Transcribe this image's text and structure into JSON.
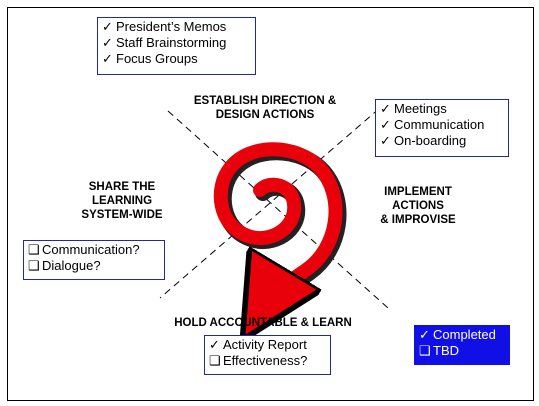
{
  "phases": {
    "top": [
      "ESTABLISH DIRECTION &",
      "DESIGN ACTIONS"
    ],
    "right": [
      "IMPLEMENT",
      "ACTIONS",
      "& IMPROVISE"
    ],
    "bottom": [
      "HOLD ACCOUNTABLE & LEARN"
    ],
    "left": [
      "SHARE THE",
      "LEARNING",
      "SYSTEM-WIDE"
    ]
  },
  "marks": {
    "done": "✓",
    "todo": "❑"
  },
  "boxes": {
    "top_left": [
      "President’s Memos",
      "Staff Brainstorming",
      "Focus Groups"
    ],
    "right": [
      "Meetings",
      "Communication",
      "On-boarding"
    ],
    "left": [
      "Communication?",
      "Dialogue?"
    ],
    "bottom": [
      "Activity Report",
      "Effectiveness?"
    ]
  },
  "legend": {
    "completed": "Completed",
    "tbd": "TBD"
  },
  "colors": {
    "spiral": "#e8000b",
    "box_border": "#1f2aa8",
    "legend_fill": "#1010e6"
  }
}
